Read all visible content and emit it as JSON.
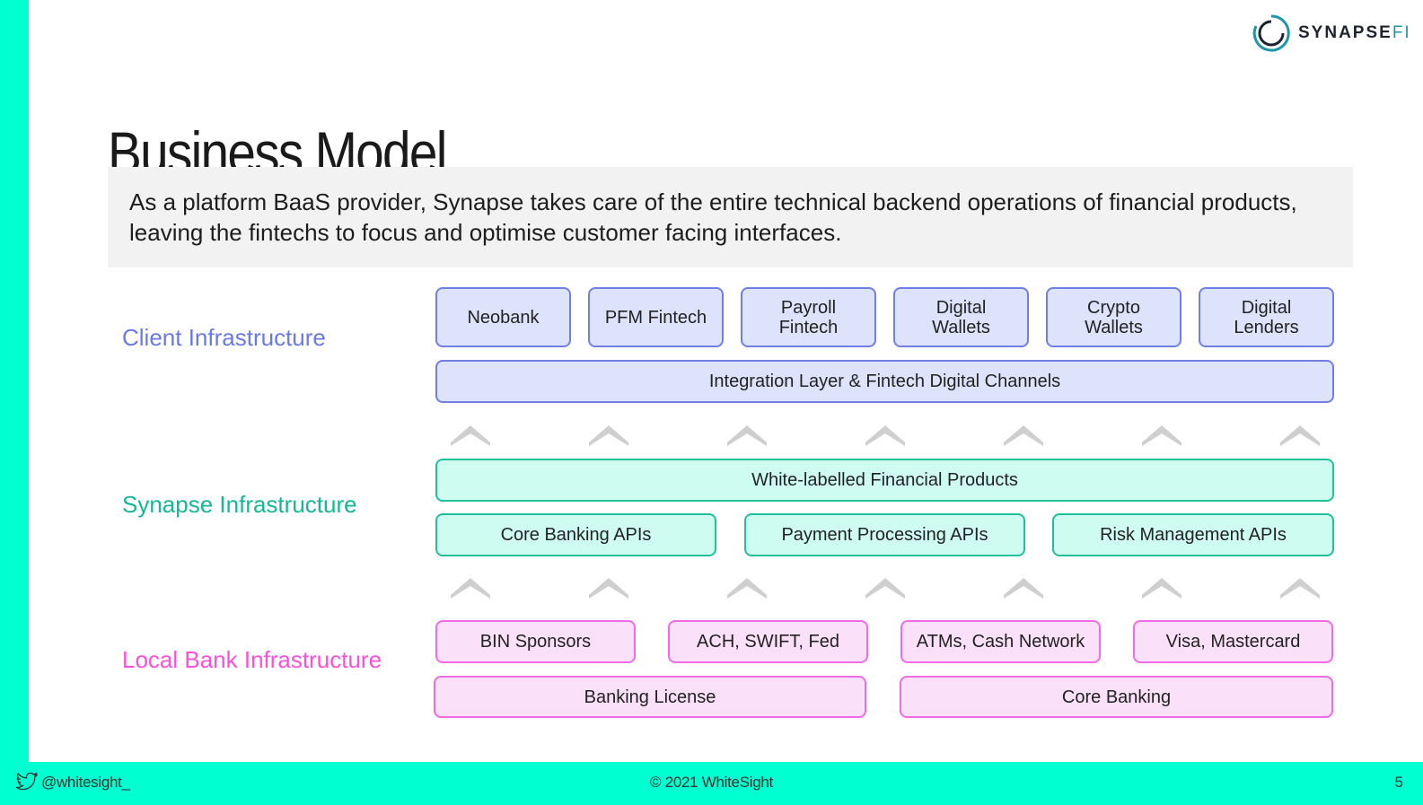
{
  "brand": {
    "name_main": "SYNAPSE",
    "name_suffix": "FI",
    "accent": "#00FFD1"
  },
  "title": "Business Model",
  "description": "As a platform BaaS provider, Synapse takes care of the entire technical backend operations of financial products, leaving the fintechs to focus and optimise customer facing interfaces.",
  "layers": {
    "client": {
      "label": "Client Infrastructure",
      "color": "#6b79e6",
      "items": [
        "Neobank",
        "PFM Fintech",
        "Payroll Fintech",
        "Digital Wallets",
        "Crypto Wallets",
        "Digital Lenders"
      ],
      "integration": "Integration Layer & Fintech Digital Channels"
    },
    "synapse": {
      "label": "Synapse Infrastructure",
      "color": "#14b894",
      "products": "White-labelled Financial Products",
      "apis": [
        "Core Banking APIs",
        "Payment Processing APIs",
        "Risk Management APIs"
      ]
    },
    "bank": {
      "label": "Local Bank Infrastructure",
      "color": "#ff4fd8",
      "items": [
        "BIN Sponsors",
        "ACH, SWIFT, Fed",
        "ATMs, Cash Network",
        "Visa, Mastercard"
      ],
      "foundation": [
        "Banking License",
        "Core Banking"
      ]
    }
  },
  "icons": {
    "arrow": "chevron-up-icon",
    "twitter": "twitter-icon",
    "logo": "synapsefi-logo-icon"
  },
  "footer": {
    "handle": "@whitesight_",
    "copyright": "© 2021 WhiteSight",
    "page": "5"
  }
}
